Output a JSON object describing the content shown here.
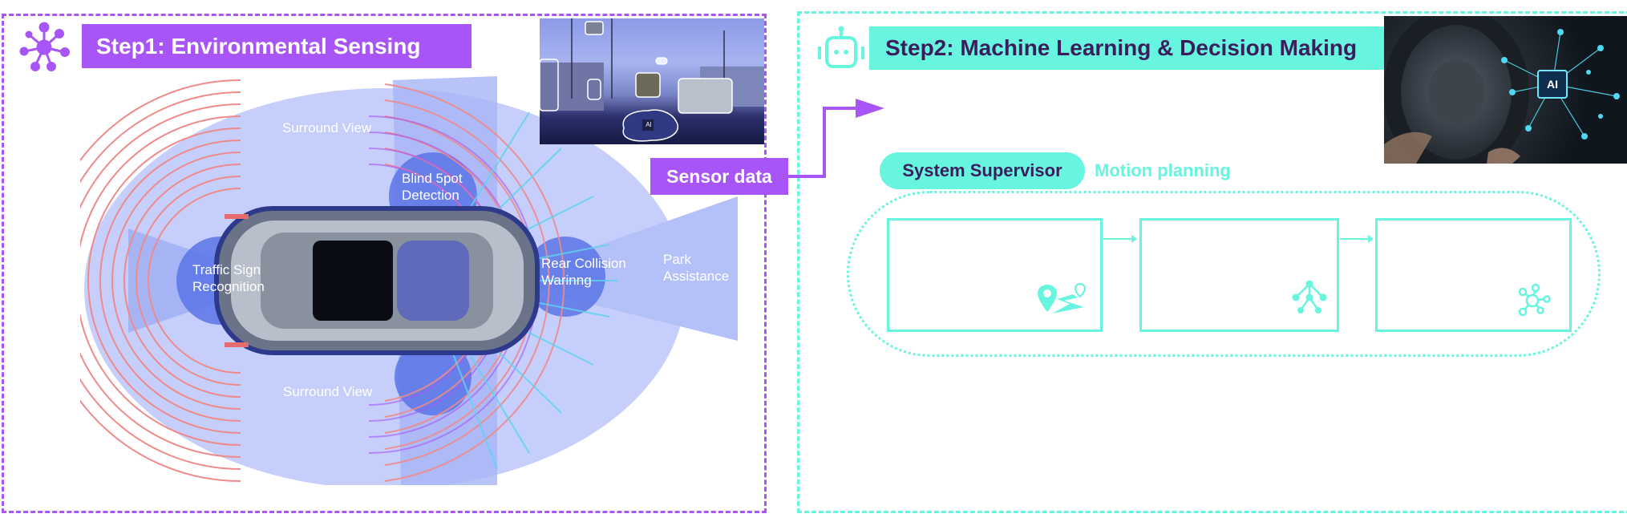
{
  "colors": {
    "step1_accent": "#a855f7",
    "step2_accent": "#67f5e0",
    "step2_text": "#3b1d5c",
    "sensor_wave": "#ef8a8a",
    "coverage_light": "#c6cffb",
    "coverage_dark": "#5a74e6"
  },
  "step1": {
    "icon": "network-hub-icon",
    "title": "Step1: Environmental Sensing",
    "photo_badge": "AI",
    "coverage_labels": {
      "surround_view_top": "Surround View",
      "surround_view_bottom": "Surround View",
      "blind_spot_line1": "Blind 5pot",
      "blind_spot_line2": "Detection",
      "traffic_sign_line1": "Traffic Sign",
      "traffic_sign_line2": "Recognition",
      "rear_collision_line1": "Rear Collision",
      "rear_collision_line2": "Warinng",
      "park_line1": "Park",
      "park_line2": "Assistance"
    }
  },
  "connector": {
    "label": "Sensor data"
  },
  "step2": {
    "icon": "robot-icon",
    "title": "Step2: Machine Learning & Decision Making",
    "photo_badge": "AI",
    "tabs": [
      {
        "label": "System Supervisor",
        "active": true
      },
      {
        "label": "Motion planning",
        "active": false
      }
    ],
    "flow_boxes": [
      {
        "icon": "route-map-icon"
      },
      {
        "icon": "hierarchy-tree-icon"
      },
      {
        "icon": "network-node-icon"
      }
    ]
  }
}
